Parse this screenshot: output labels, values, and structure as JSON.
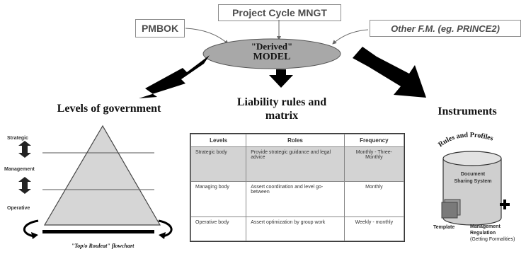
{
  "sources": {
    "pmbok": "PMBOK",
    "project_cycle": "Project Cycle MNGT",
    "other_fm": "Other F.M. (eg. PRINCE2)"
  },
  "model": {
    "line1": "\"Derived\"",
    "line2": "MODEL"
  },
  "levels": {
    "heading": "Levels of government",
    "labels": [
      "Strategic",
      "Management",
      "Operative"
    ],
    "caption": "\"Top/o Rouleat\" flowchart"
  },
  "liability": {
    "heading_line1": "Liability rules and",
    "heading_line2": "matrix",
    "columns": [
      "Levels",
      "Roles",
      "Frequency"
    ],
    "rows": [
      {
        "level": "Strategic body",
        "role": "Provide strategic guidance and legal advice",
        "frequency": "Monthly - Three-Monthly",
        "shaded": true
      },
      {
        "level": "Managing body",
        "role": "Assert coordination and level go-between",
        "frequency": "Monthly",
        "shaded": false
      },
      {
        "level": "Operative body",
        "role": "Assert optimization by group work",
        "frequency": "Weekly - monthly",
        "shaded": false
      }
    ]
  },
  "instruments": {
    "heading": "Instruments",
    "arc_text": "Rules and Profiles",
    "cylinder_text": "Document Sharing System",
    "template_label": "Template",
    "regulation_label": "Management Regulation",
    "regulation_sub": "(Getting Formalities)"
  },
  "colors": {
    "ellipse_fill": "#a8a8a8",
    "pyramid_fill": "#d6d6d6",
    "cylinder_fill": "#cfcfcf",
    "arrow": "#000000"
  }
}
